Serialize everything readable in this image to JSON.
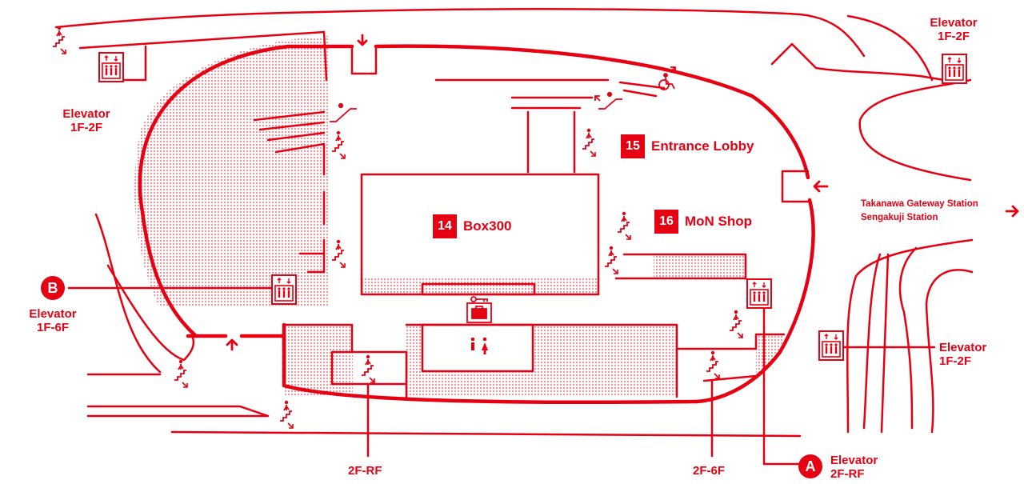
{
  "colors": {
    "accent": "#e60012",
    "background": "#ffffff"
  },
  "rooms": [
    {
      "number": "14",
      "name": "Box300"
    },
    {
      "number": "15",
      "name": "Entrance Lobby"
    },
    {
      "number": "16",
      "name": "MoN Shop"
    }
  ],
  "elevators": {
    "top_left": {
      "title": "Elevator",
      "floors": "1F-2F"
    },
    "top_right": {
      "title": "Elevator",
      "floors": "1F-2F"
    },
    "b": {
      "marker": "B",
      "title": "Elevator",
      "floors": "1F-6F"
    },
    "right_mid": {
      "title": "Elevator",
      "floors": "1F-2F"
    },
    "a": {
      "marker": "A",
      "title": "Elevator",
      "floors": "2F-RF"
    }
  },
  "stairs": {
    "left": {
      "floors": "2F-RF"
    },
    "right": {
      "floors": "2F-6F"
    }
  },
  "destinations": [
    "Takanawa Gateway Station",
    "Sengakuji Station"
  ],
  "icons": [
    "stairs-icon",
    "escalator-icon",
    "elevator-icon",
    "wheelchair-icon",
    "restroom-icon",
    "key-icon",
    "locker-icon",
    "entrance-arrow-icon"
  ]
}
